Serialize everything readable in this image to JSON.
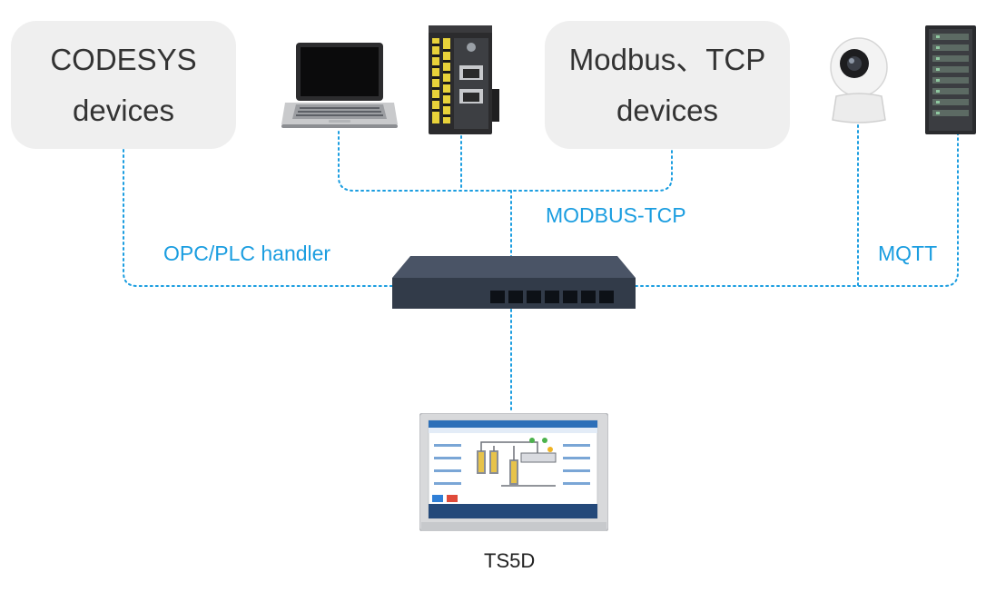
{
  "boxes": {
    "codesys": {
      "line1": "CODESYS",
      "line2": "devices"
    },
    "modbus": {
      "line1": "Modbus、TCP",
      "line2": "devices"
    }
  },
  "labels": {
    "modbus_tcp": "MODBUS-TCP",
    "opc_plc": "OPC/PLC handler",
    "mqtt": "MQTT"
  },
  "hmi": {
    "caption": "TS5D"
  },
  "colors": {
    "link": "#1a9de0",
    "box_bg": "#efefef",
    "switch_body": "#3c4656"
  },
  "icons": [
    "laptop-icon",
    "plc-controller-icon",
    "ip-camera-icon",
    "server-rack-icon",
    "network-switch-icon",
    "hmi-touch-panel-icon"
  ]
}
